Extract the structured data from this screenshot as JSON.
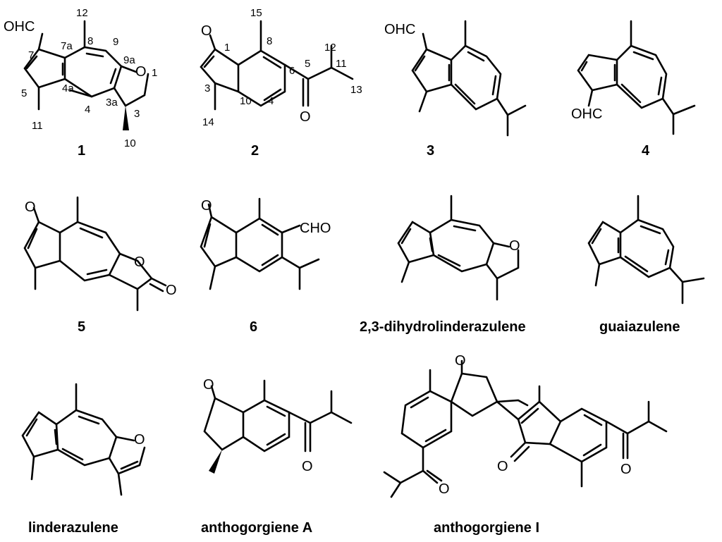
{
  "compounds": [
    {
      "label": "1",
      "atoms": [
        "OHC",
        "O"
      ],
      "numbers": [
        "12",
        "8",
        "9",
        "7a",
        "9a",
        "1",
        "7",
        "5",
        "4a",
        "4",
        "3a",
        "3",
        "11",
        "10"
      ]
    },
    {
      "label": "2",
      "atoms": [
        "O",
        "O"
      ],
      "numbers": [
        "15",
        "8",
        "1",
        "6",
        "5",
        "12",
        "11",
        "13",
        "3",
        "10",
        "4",
        "14"
      ]
    },
    {
      "label": "3",
      "atoms": [
        "OHC"
      ]
    },
    {
      "label": "4",
      "atoms": [
        "OHC"
      ]
    },
    {
      "label": "5",
      "atoms": [
        "O",
        "O",
        "O"
      ]
    },
    {
      "label": "6",
      "atoms": [
        "O",
        "CHO"
      ]
    },
    {
      "label": "2,3-dihydrolinderazulene",
      "atoms": [
        "O"
      ]
    },
    {
      "label": "guaiazulene",
      "atoms": []
    },
    {
      "label": "linderazulene",
      "atoms": [
        "O"
      ]
    },
    {
      "label": "anthogorgiene A",
      "atoms": [
        "O",
        "O"
      ]
    },
    {
      "label": "anthogorgiene I",
      "atoms": [
        "O",
        "O",
        "O",
        "O"
      ]
    }
  ]
}
